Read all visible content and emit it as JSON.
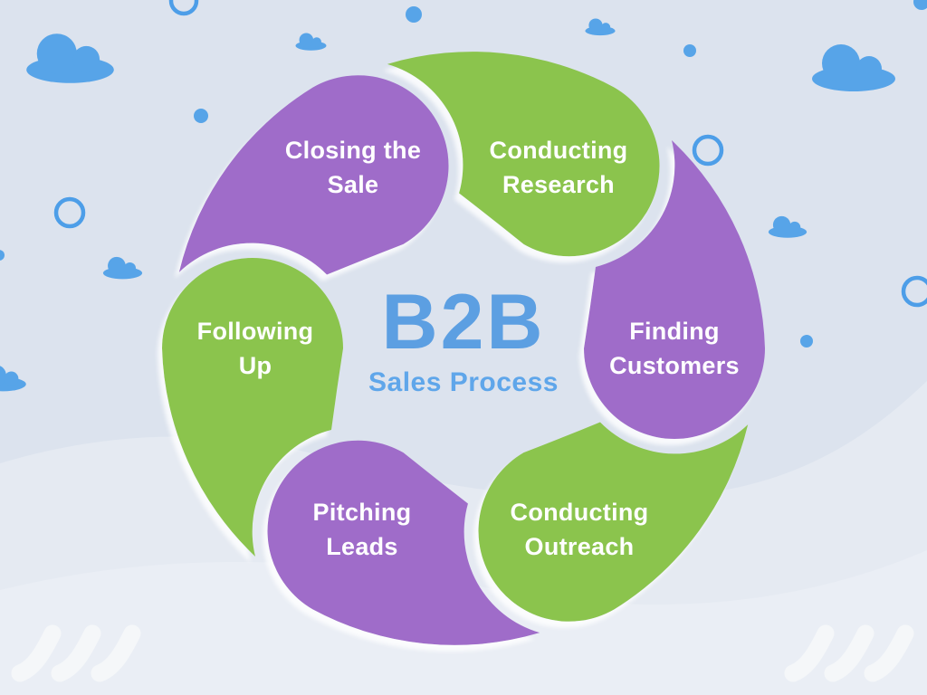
{
  "title": {
    "main": "B2B",
    "subtitle": "Sales Process"
  },
  "segments": [
    {
      "label_line1": "Finding",
      "label_line2": "Customers",
      "color": "#9F6CC9",
      "position": "right"
    },
    {
      "label_line1": "Conducting",
      "label_line2": "Outreach",
      "color": "#8BC44D",
      "position": "bottom-right"
    },
    {
      "label_line1": "Pitching",
      "label_line2": "Leads",
      "color": "#9F6CC9",
      "position": "bottom-left"
    },
    {
      "label_line1": "Following",
      "label_line2": "Up",
      "color": "#8BC44D",
      "position": "left"
    },
    {
      "label_line1": "Closing the",
      "label_line2": "Sale",
      "color": "#9F6CC9",
      "position": "top-left"
    },
    {
      "label_line1": "Conducting",
      "label_line2": "Research",
      "color": "#8BC44D",
      "position": "top-right"
    }
  ],
  "palette": {
    "background": "#DCE3EE",
    "wave_light": "#E5EAF2",
    "wave_lighter": "#EAEEF5",
    "purple": "#9F6CC9",
    "green": "#8BC44D",
    "sky_blue": "#57A4E8",
    "ring_blue": "#4D9EE8",
    "title_blue": "#5C9FE2",
    "subtitle_blue": "#5FA6EA",
    "label_text": "#FFFFFF",
    "swoosh_white": "#F7F9FA"
  },
  "decorations": {
    "cloud_count": 7,
    "dot_count": 6,
    "ring_count": 4,
    "corner_swoosh_groups": 2,
    "swooshes_per_corner": 3
  }
}
